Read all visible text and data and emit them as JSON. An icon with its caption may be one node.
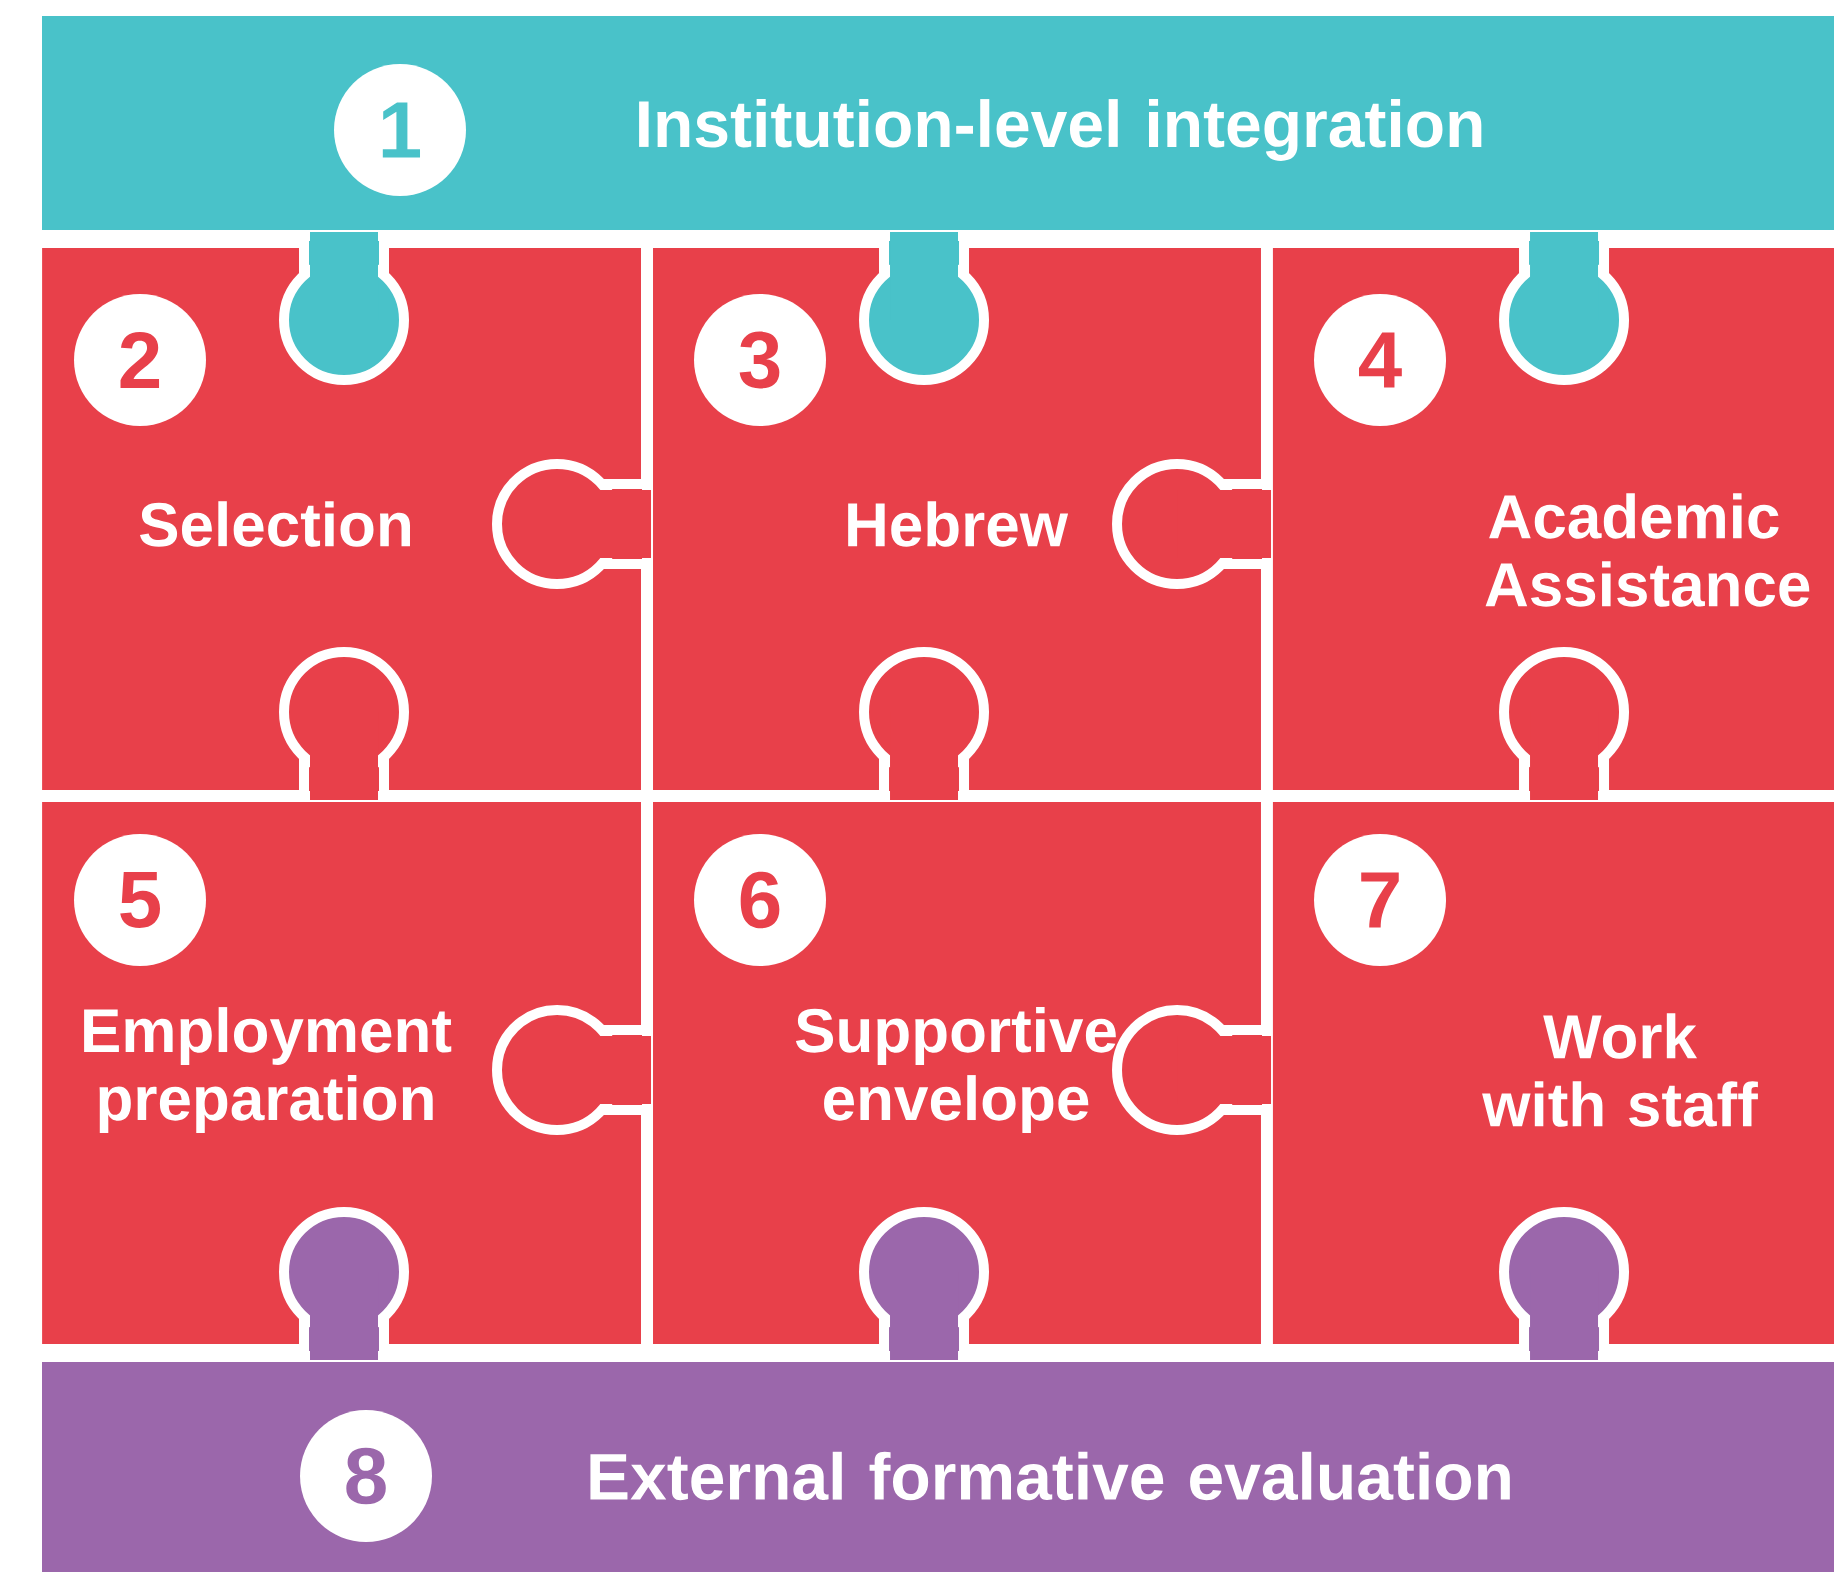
{
  "diagram": {
    "nodes": [
      {
        "text": [
          "1",
          "Institution-level integration"
        ]
      },
      {
        "text": [
          "2",
          "Selection"
        ]
      },
      {
        "text": [
          "3",
          "Hebrew"
        ]
      },
      {
        "text": [
          "4",
          "Academic Assistance"
        ]
      },
      {
        "text": [
          "5",
          "Employment preparation"
        ]
      },
      {
        "text": [
          "6",
          "Supportive envelope"
        ]
      },
      {
        "text": [
          "7",
          "Work with staff"
        ]
      },
      {
        "text": [
          "8",
          "External formative evaluation"
        ]
      }
    ]
  }
}
